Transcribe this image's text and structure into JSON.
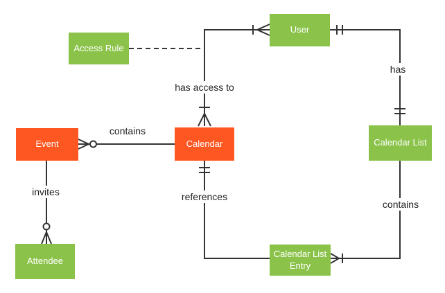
{
  "diagram": {
    "type": "entity-relationship",
    "colors": {
      "line": "#333333",
      "background": "#ffffff",
      "entity-text": "#ffffff",
      "label-text": "#212121"
    },
    "entities": {
      "event": {
        "label": "Event",
        "color": "#FF5722"
      },
      "calendar": {
        "label": "Calendar",
        "color": "#FF5722"
      },
      "access_rule": {
        "label": "Access Rule",
        "color": "#8BC34A"
      },
      "user": {
        "label": "User",
        "color": "#8BC34A"
      },
      "calendar_list": {
        "label": "Calendar List",
        "color": "#8BC34A"
      },
      "calendar_list_entry": {
        "label": "Calendar List Entry",
        "color": "#8BC34A"
      },
      "attendee": {
        "label": "Attendee",
        "color": "#8BC34A"
      }
    },
    "labels": {
      "contains_event": "contains",
      "has_access_to": "has access to",
      "has": "has",
      "invites": "invites",
      "references": "references",
      "contains_entry": "contains"
    },
    "relationships": [
      {
        "from": "Calendar",
        "to": "Event",
        "label": "contains",
        "from_cardinality": "exactly-one",
        "to_cardinality": "zero-or-many"
      },
      {
        "from": "Calendar",
        "to": "User",
        "label": "has access to",
        "from_cardinality": "one-or-many",
        "to_cardinality": "one-or-many"
      },
      {
        "from": "Access Rule",
        "to": "has access to",
        "label": "",
        "style": "dashed-association"
      },
      {
        "from": "User",
        "to": "Calendar List",
        "label": "has",
        "from_cardinality": "exactly-one",
        "to_cardinality": "exactly-one"
      },
      {
        "from": "Calendar",
        "to": "Calendar List Entry",
        "label": "references",
        "from_cardinality": "exactly-one",
        "to_cardinality": "plain"
      },
      {
        "from": "Calendar List",
        "to": "Calendar List Entry",
        "label": "contains",
        "from_cardinality": "plain",
        "to_cardinality": "one-or-many"
      },
      {
        "from": "Event",
        "to": "Attendee",
        "label": "invites",
        "from_cardinality": "plain",
        "to_cardinality": "zero-or-many"
      }
    ]
  }
}
